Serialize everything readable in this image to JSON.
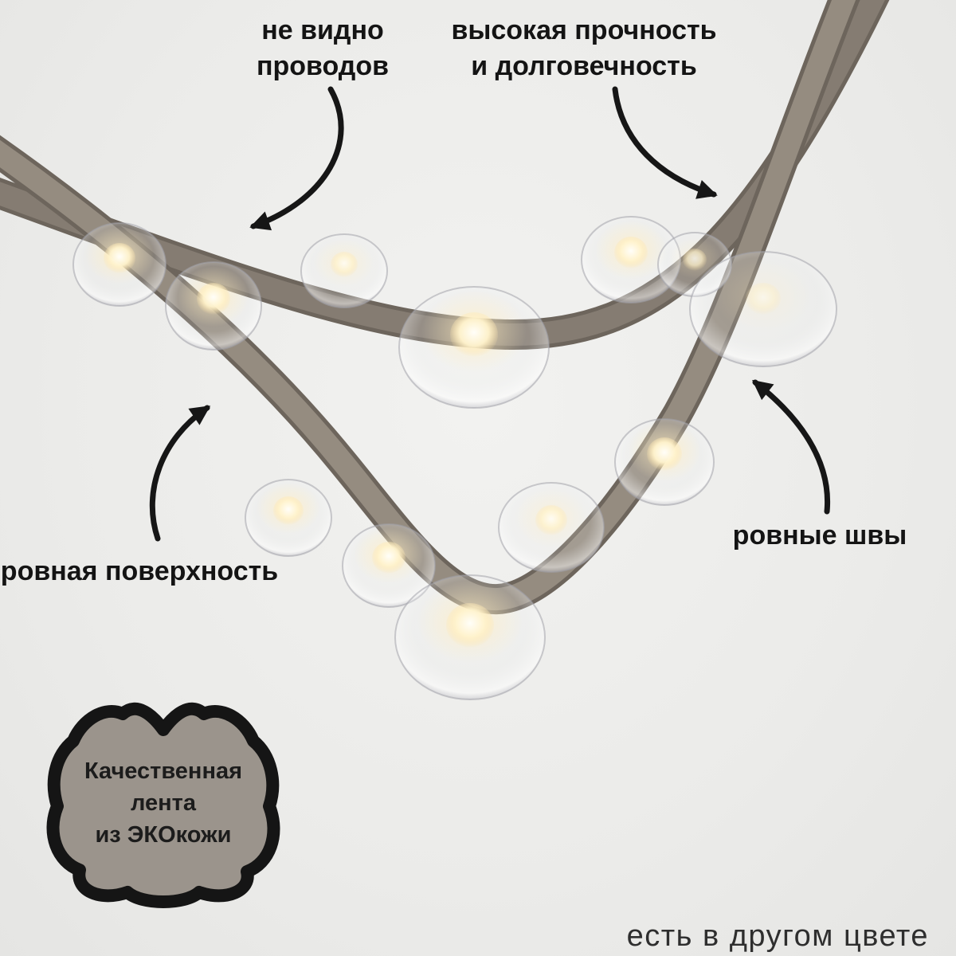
{
  "scene": {
    "background_color": "#ececea",
    "strap_back_color": "#857c72",
    "strap_front_color": "#958c80",
    "strap_edge_color": "#6d655c",
    "arrow_color": "#161616",
    "bulb_glow_color": "#ffeec2"
  },
  "annotations": {
    "no_wires": {
      "line1": "не видно",
      "line2": "проводов"
    },
    "durability": {
      "line1": "высокая прочность",
      "line2": "и долговечность"
    },
    "smooth_surface": {
      "text": "ровная поверхность"
    },
    "even_seams": {
      "text": "ровные швы"
    }
  },
  "badge": {
    "fill_color": "#9b948c",
    "border_color": "#151515",
    "line1": "Качественная",
    "line2": "лента",
    "line3": "из ЭКОкожи"
  },
  "footer": {
    "text": "есть в другом цвете"
  }
}
